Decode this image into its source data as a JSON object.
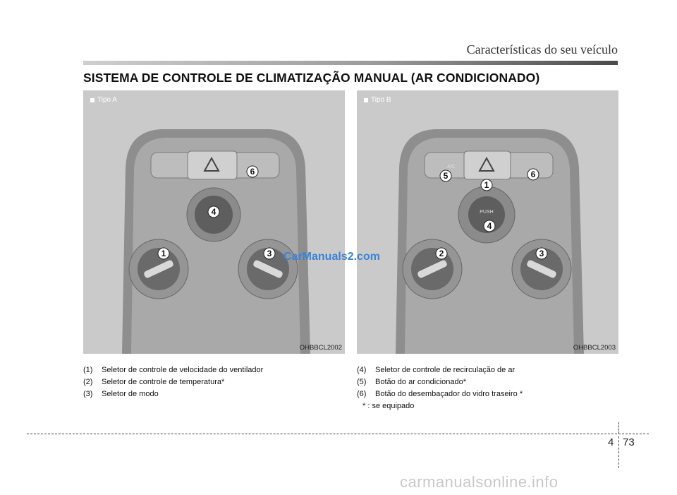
{
  "header": {
    "section_title": "Características do seu veículo"
  },
  "heading": "SISTEMA DE CONTROLE DE CLIMATIZAÇÃO MANUAL (AR CONDICIONADO)",
  "figures": [
    {
      "tag": "Tipo A",
      "code": "OHBBCL2002",
      "labels": [
        "6",
        "4",
        "1",
        "3"
      ]
    },
    {
      "tag": "Tipo B",
      "code": "OHBBCL2003",
      "labels": [
        "1",
        "5",
        "6",
        "4",
        "2",
        "3"
      ],
      "knob_text": "PUSH",
      "ac_text": "A/C"
    }
  ],
  "watermark": "CarManuals2.com",
  "captions_left": [
    {
      "num": "(1)",
      "text": "Seletor de controle de velocidade do ventilador"
    },
    {
      "num": "(2)",
      "text": "Seletor de controle de temperatura*"
    },
    {
      "num": "(3)",
      "text": "Seletor de modo"
    }
  ],
  "captions_right": [
    {
      "num": "(4)",
      "text": "Seletor de controle de recirculação de ar"
    },
    {
      "num": "(5)",
      "text": "Botão do ar condicionado*"
    },
    {
      "num": "(6)",
      "text": "Botão do desembaçador do vidro traseiro *"
    }
  ],
  "footnote": "* : se equipado",
  "page": {
    "chapter": "4",
    "number": "73"
  },
  "footer_watermark": "carmanualsonline.info"
}
